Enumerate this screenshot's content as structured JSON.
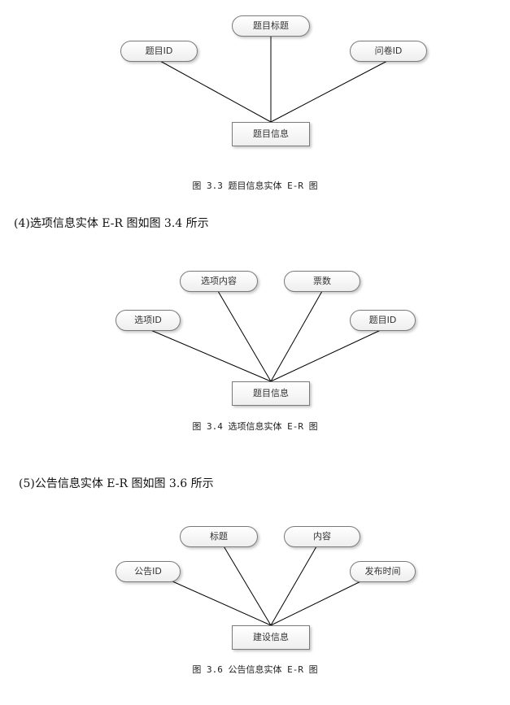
{
  "diagrams": [
    {
      "entity": "题目信息",
      "attributes": [
        "题目ID",
        "题目标题",
        "问卷ID"
      ],
      "caption": "图 3.3 题目信息实体 E-R 图"
    },
    {
      "heading": "(4)选项信息实体 E-R 图如图 3.4 所示",
      "entity": "题目信息",
      "attributes": [
        "选项ID",
        "选项内容",
        "票数",
        "题目ID"
      ],
      "caption": "图 3.4 选项信息实体 E-R 图"
    },
    {
      "heading": "(5)公告信息实体 E-R 图如图 3.6 所示",
      "entity": "建设信息",
      "attributes": [
        "公告ID",
        "标题",
        "内容",
        "发布时间"
      ],
      "caption": "图 3.6 公告信息实体 E-R 图"
    }
  ],
  "colors": {
    "line": "#000000",
    "node_border": "#7a7a7a",
    "node_fill": "#f4f4f4"
  }
}
